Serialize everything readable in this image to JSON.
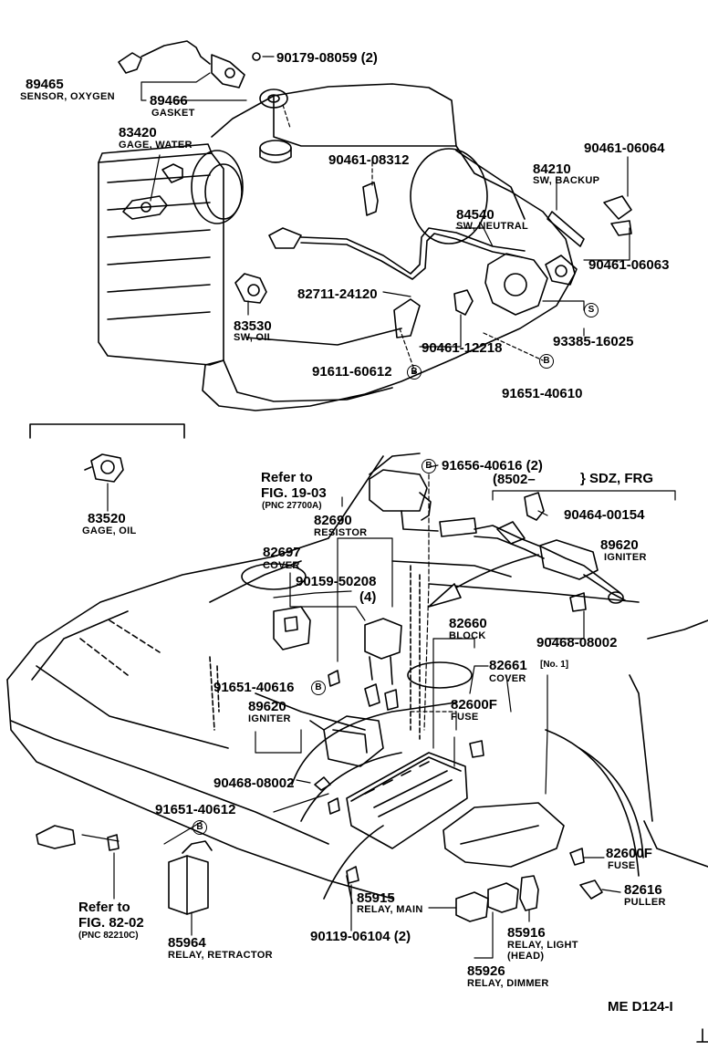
{
  "labels": {
    "p89465": {
      "num": "89465",
      "name": "SENSOR, OXYGEN"
    },
    "p89466": {
      "num": "89466",
      "name": "GASKET"
    },
    "p90179": {
      "num": "90179-08059 (2)"
    },
    "p83420": {
      "num": "83420",
      "name": "GAGE, WATER"
    },
    "p90461_08312": {
      "num": "90461-08312"
    },
    "p84540": {
      "num": "84540",
      "name": "SW, NEUTRAL"
    },
    "p84210": {
      "num": "84210",
      "name": "SW, BACKUP"
    },
    "p90461_06064": {
      "num": "90461-06064"
    },
    "p90461_06063": {
      "num": "90461-06063"
    },
    "p82711": {
      "num": "82711-24120"
    },
    "p83530": {
      "num": "83530",
      "name": "SW, OIL"
    },
    "p90461_12218": {
      "num": "90461-12218"
    },
    "p93385": {
      "num": "93385-16025",
      "mark": "S"
    },
    "p91611": {
      "num": "91611-60612",
      "mark": "B"
    },
    "p91651_40610": {
      "num": "91651-40610",
      "mark": "B"
    },
    "p83520": {
      "num": "83520",
      "name": "GAGE, OIL"
    },
    "p91656": {
      "num": "91656-40616 (2)",
      "mark": "B"
    },
    "refer1903": {
      "line1": "Refer to",
      "line2": "FIG. 19-03",
      "line3": "(PNC 27700A)"
    },
    "model": {
      "text": "(8502–",
      "suffix": "} SDZ, FRG"
    },
    "p90464": {
      "num": "90464-00154"
    },
    "p82690": {
      "num": "82690",
      "name": "RESISTOR"
    },
    "p89620a": {
      "num": "89620",
      "name": "IGNITER"
    },
    "p82697": {
      "num": "82697",
      "name": "COVER"
    },
    "p90159": {
      "num": "90159-50208",
      "qty": "(4)"
    },
    "p82660": {
      "num": "82660",
      "name": "BLOCK"
    },
    "p90468a": {
      "num": "90468-08002",
      "note": "[No. 1]"
    },
    "p91651_40616": {
      "num": "91651-40616",
      "mark": "B"
    },
    "p82661": {
      "num": "82661",
      "name": "COVER"
    },
    "p89620b": {
      "num": "89620",
      "name": "IGNITER"
    },
    "p82600a": {
      "num": "82600F",
      "name": "FUSE"
    },
    "p90468b": {
      "num": "90468-08002"
    },
    "p91651_40612": {
      "num": "91651-40612",
      "mark": "B"
    },
    "p82600b": {
      "num": "82600F",
      "name": "FUSE"
    },
    "p82616": {
      "num": "82616",
      "name": "PULLER"
    },
    "refer8202": {
      "line1": "Refer to",
      "line2": "FIG. 82-02",
      "line3": "(PNC 82210C)"
    },
    "p85915": {
      "num": "85915",
      "name": "RELAY, MAIN"
    },
    "p85916": {
      "num": "85916",
      "name": "RELAY, LIGHT",
      "name2": "(HEAD)"
    },
    "p85964": {
      "num": "85964",
      "name": "RELAY, RETRACTOR"
    },
    "p90119": {
      "num": "90119-06104 (2)"
    },
    "p85926": {
      "num": "85926",
      "name": "RELAY, DIMMER"
    },
    "footer": {
      "code": "ME  D124-I"
    }
  }
}
